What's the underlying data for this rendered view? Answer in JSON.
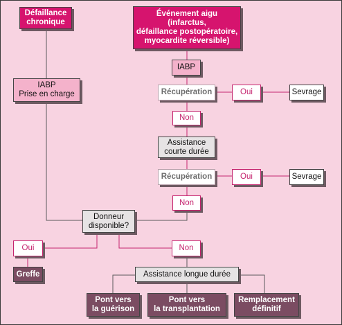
{
  "nodes": {
    "defaillance": "Défaillance\nchronique",
    "evenement": "Événement aigu\n(infarctus,\ndéfaillance postopératoire,\nmyocardite réversible)",
    "iabp_top": "IABP",
    "iabp_prise": "IABP\nPrise en charge",
    "recup1": "Récupération",
    "oui1": "Oui",
    "sevrage1": "Sevrage",
    "non1": "Non",
    "assistance_courte": "Assistance\ncourte durée",
    "recup2": "Récupération",
    "oui2": "Oui",
    "sevrage2": "Sevrage",
    "non2": "Non",
    "donneur": "Donneur\ndisponible?",
    "oui3": "Oui",
    "non3": "Non",
    "greffe": "Greffe",
    "assistance_longue": "Assistance longue durée",
    "pont_guerison": "Pont vers\nla guérison",
    "pont_transplantation": "Pont vers\nla transplantation",
    "remplacement": "Remplacement\ndéfinitif"
  },
  "colors": {
    "background": "#f8d3e1",
    "magenta": "#d6146e",
    "pink": "#f4b2cb",
    "grey_box": "#e6e3e4",
    "plum": "#7b4c62",
    "line_magenta": "#c5246e",
    "line_dark": "#5a5a5a"
  }
}
